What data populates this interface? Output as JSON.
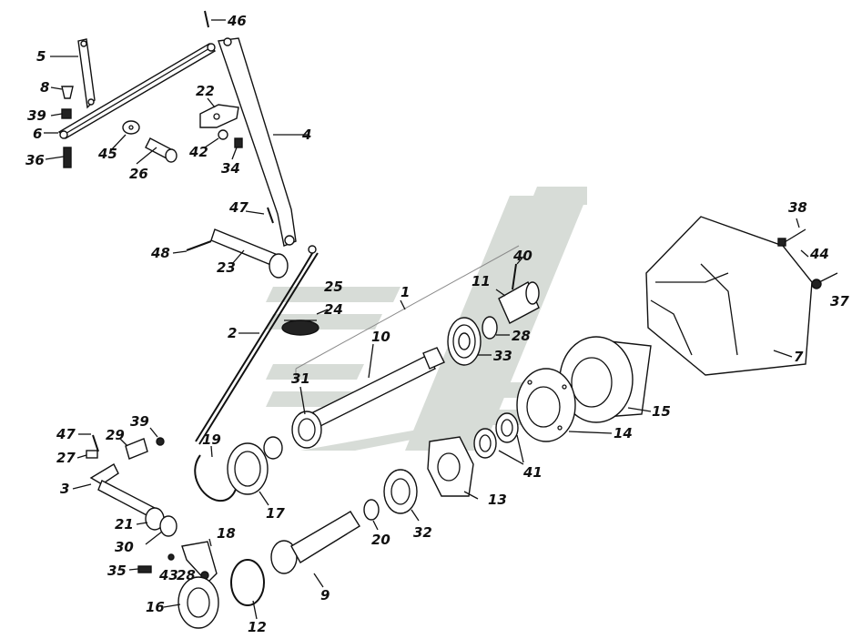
{
  "callouts": {
    "c46": "46",
    "c5": "5",
    "c8": "8",
    "c39a": "39",
    "c6": "6",
    "c36": "36",
    "c45": "45",
    "c26": "26",
    "c22": "22",
    "c42": "42",
    "c34": "34",
    "c4": "4",
    "c47a": "47",
    "c48": "48",
    "c23": "23",
    "c2": "2",
    "c25": "25",
    "c24": "24",
    "c1": "1",
    "c11": "11",
    "c40": "40",
    "c28a": "28",
    "c33": "33",
    "c10": "10",
    "c31": "31",
    "c38": "38",
    "c44": "44",
    "c37": "37",
    "c7": "7",
    "c15": "15",
    "c14": "14",
    "c41": "41",
    "c13": "13",
    "c47b": "47",
    "c29": "29",
    "c39b": "39",
    "c27": "27",
    "c19": "19",
    "c3": "3",
    "c17": "17",
    "c21": "21",
    "c30": "30",
    "c18": "18",
    "c35": "35",
    "c43": "43",
    "c28b": "28",
    "c16": "16",
    "c12": "12",
    "c9": "9",
    "c20": "20",
    "c32": "32"
  }
}
